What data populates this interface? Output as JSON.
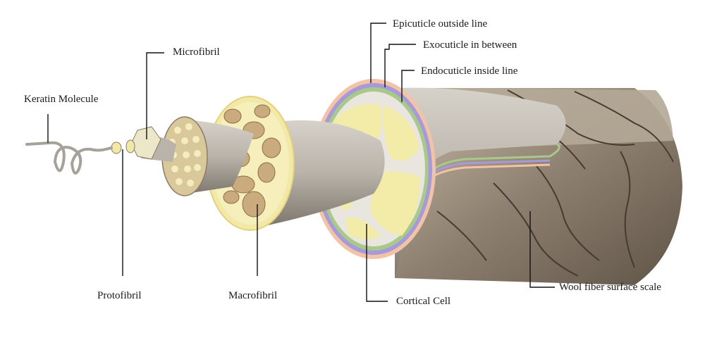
{
  "labels": {
    "keratin_molecule": "Keratin Molecule",
    "microfibril": "Microfibril",
    "protofibril": "Protofibril",
    "macrofibril": "Macrofibril",
    "epicuticle": "Epicuticle outside line",
    "exocuticle": "Exocuticle in between",
    "endocuticle": "Endocuticle inside line",
    "cortical_cell": "Cortical Cell",
    "wool_surface": "Wool fiber surface scale"
  },
  "colors": {
    "fiber_grey": "#b9b3aa",
    "fiber_dark": "#8f877c",
    "cortex_yellow": "#f3eba8",
    "macro_yellow": "#f2e9a8",
    "granule_tan": "#c9ab7e",
    "epicuticle": "#f3c3a8",
    "exocuticle": "#a79ad8",
    "endocuticle": "#a8c98a",
    "scale_brown": "#8a7a68"
  }
}
